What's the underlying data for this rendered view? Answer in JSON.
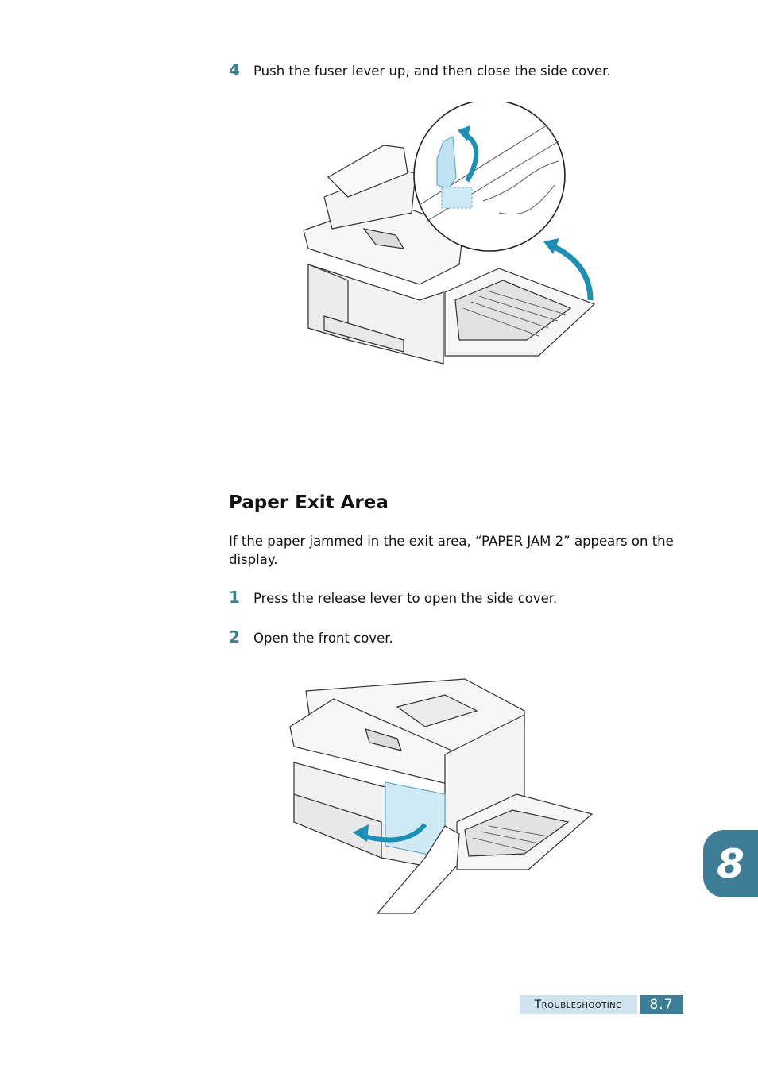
{
  "steps_top": [
    {
      "num": "4",
      "text": "Push the fuser lever up, and then close the side cover."
    }
  ],
  "section": {
    "title": "Paper Exit Area",
    "intro": "If the paper jammed in the exit area, “PAPER JAM 2” appears on the display."
  },
  "steps_bottom": [
    {
      "num": "1",
      "text": "Press the release lever to open the side cover."
    },
    {
      "num": "2",
      "text": "Open the front cover."
    }
  ],
  "footer": {
    "section_label": "Troubleshooting",
    "page_number": "8.7"
  },
  "chapter_tab": "8",
  "colors": {
    "accent": "#3e7d96",
    "arrow": "#1b8fb5",
    "highlight": "#bfe3f3"
  }
}
